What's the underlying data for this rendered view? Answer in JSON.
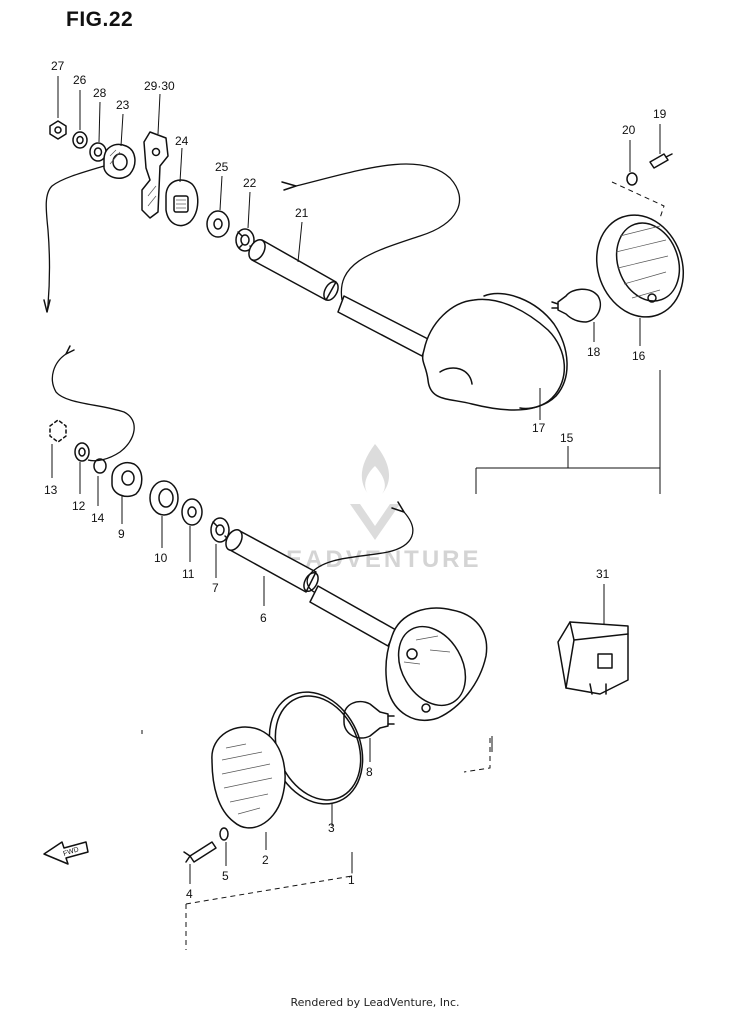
{
  "diagram": {
    "title": "FIG.22",
    "footer": "Rendered by LeadVenture, Inc.",
    "watermark": "LEADVENTURE",
    "callouts": [
      "27",
      "26",
      "28",
      "23",
      "29·30",
      "24",
      "25",
      "22",
      "21",
      "20",
      "19",
      "17",
      "18",
      "16",
      "15",
      "13",
      "12",
      "14",
      "9",
      "10",
      "11",
      "7",
      "6",
      "31",
      "8",
      "3",
      "2",
      "5",
      "4",
      "1"
    ]
  }
}
